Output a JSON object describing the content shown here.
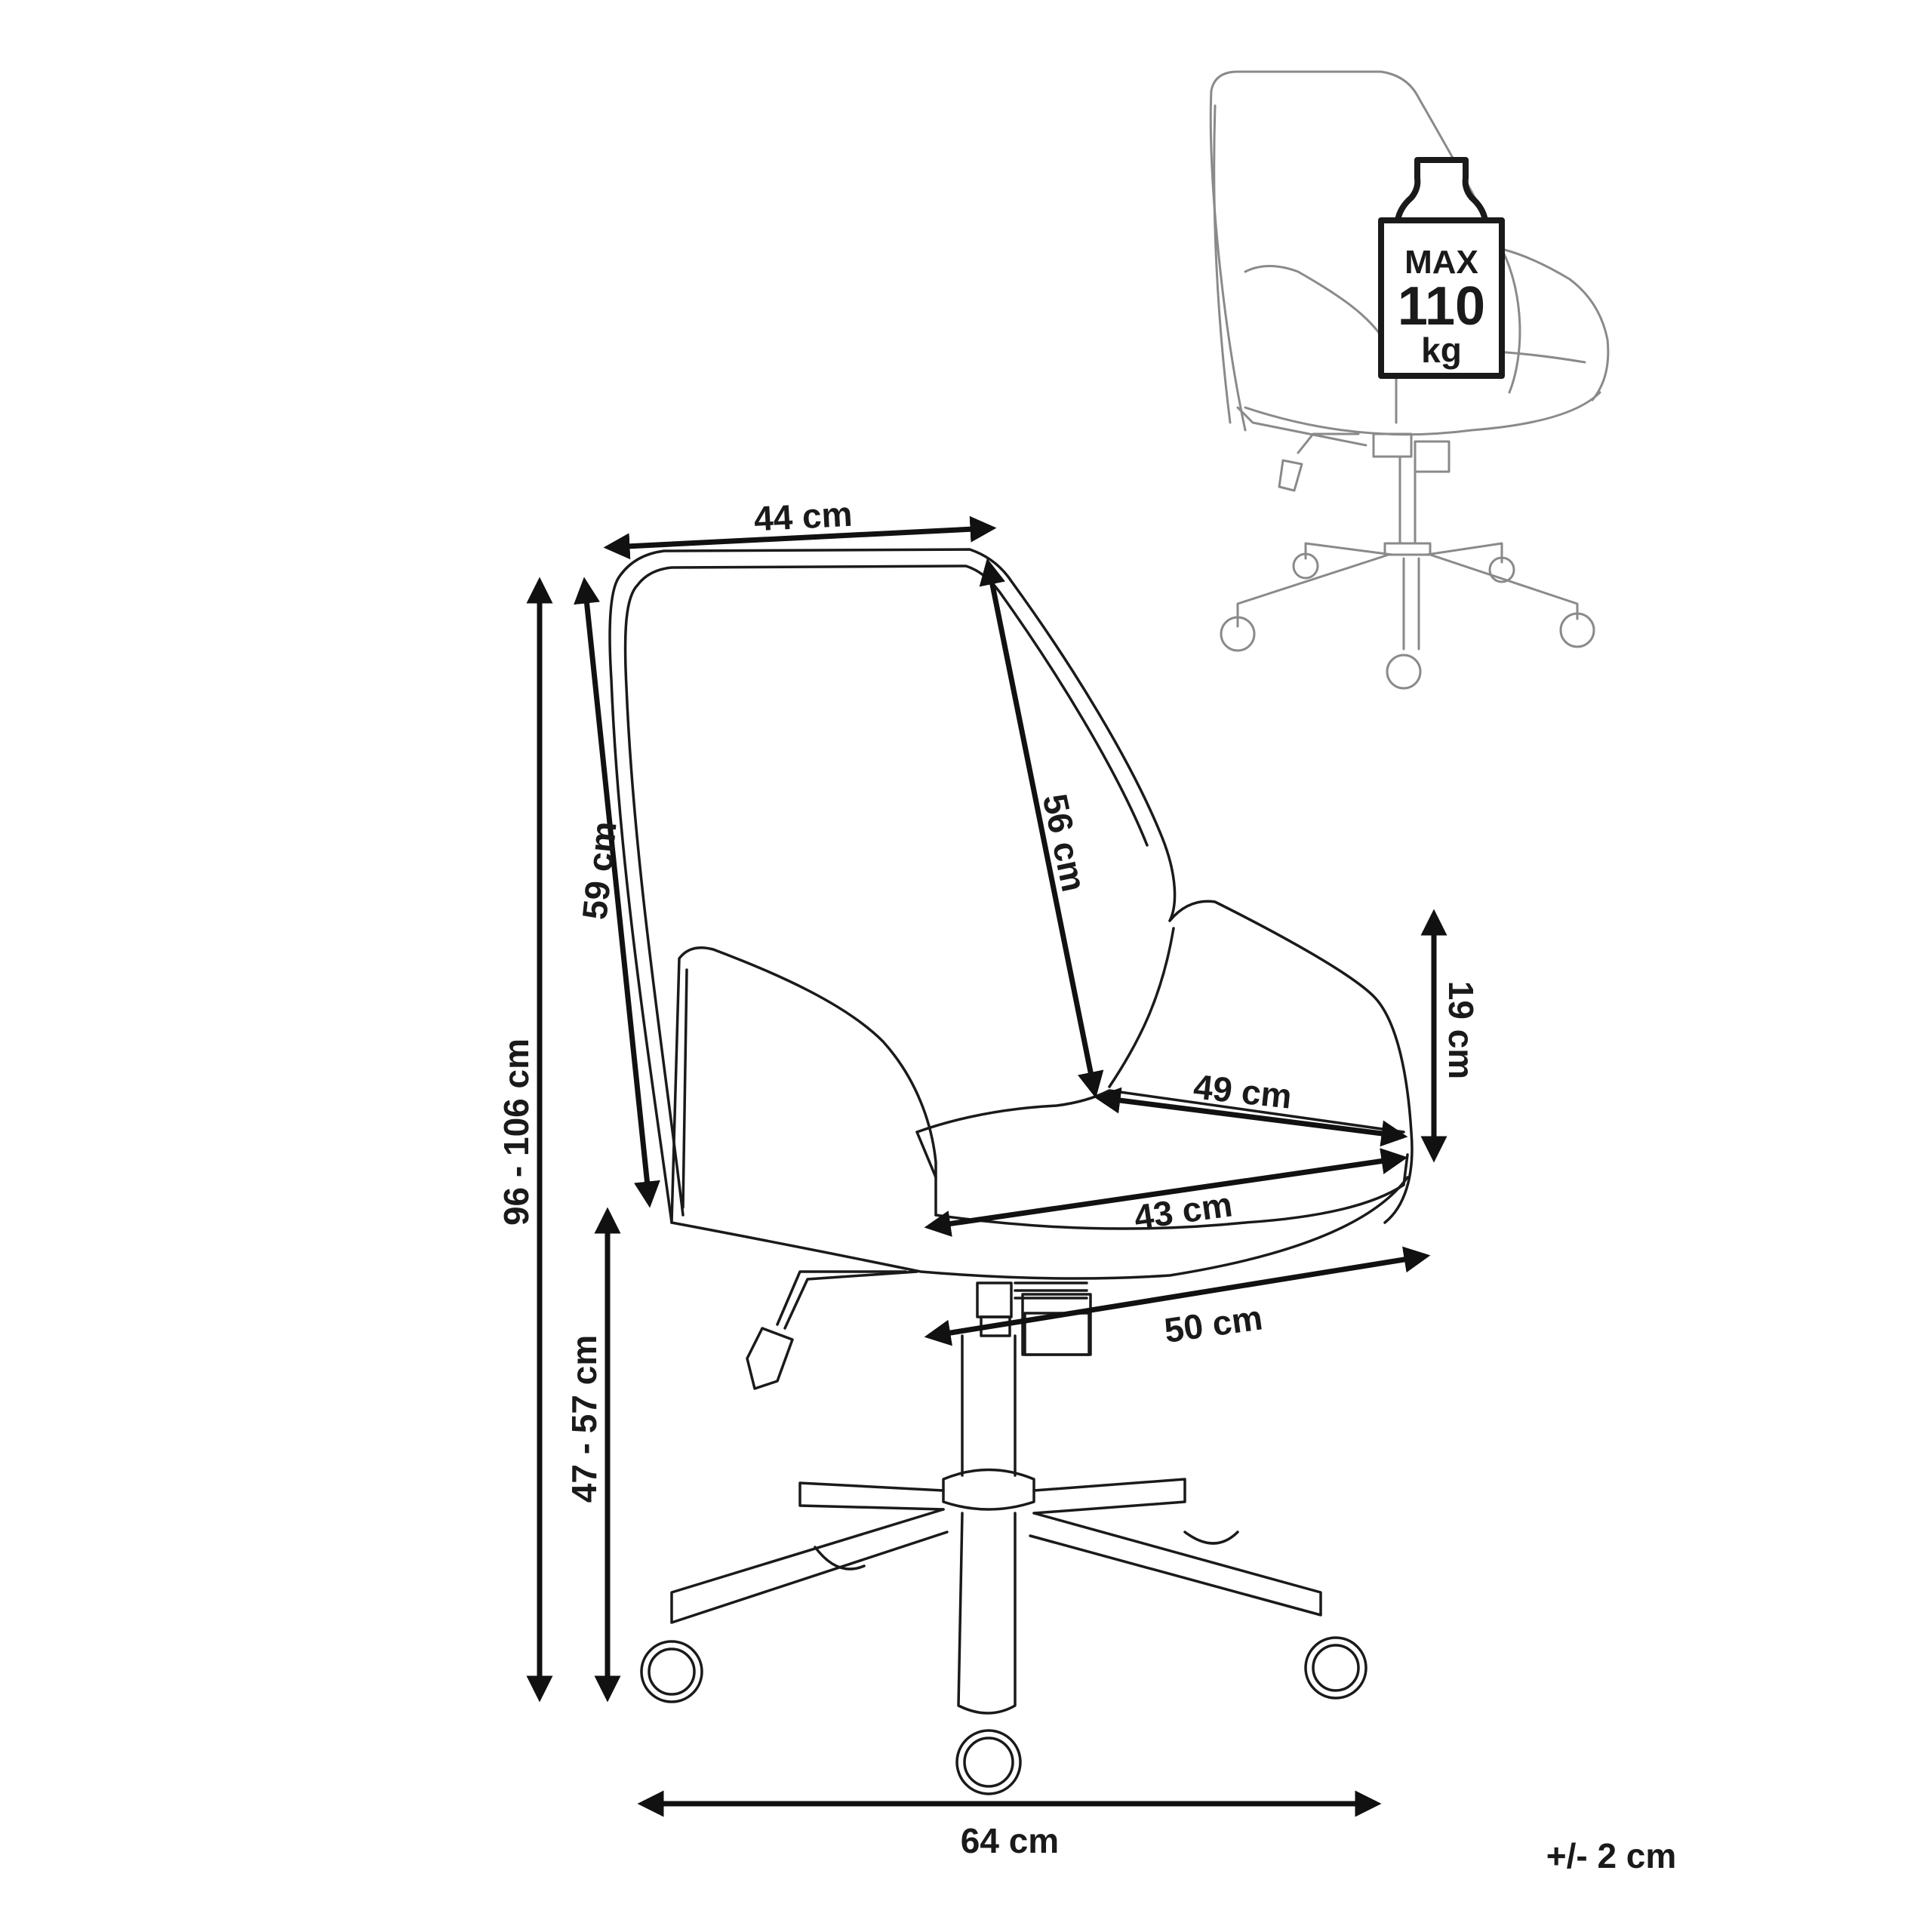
{
  "dimensions": {
    "back_width": "44 cm",
    "backrest_height": "56 cm",
    "back_height": "59 cm",
    "total_height": "96 - 106 cm",
    "armrest_height": "19 cm",
    "seat_depth": "49 cm",
    "seat_width": "43 cm",
    "seat_total_width": "50 cm",
    "seat_height": "47 - 57 cm",
    "base_width": "64 cm"
  },
  "tolerance": "+/- 2 cm",
  "max_load": {
    "line1": "MAX",
    "line2": "110",
    "line3": "kg"
  }
}
